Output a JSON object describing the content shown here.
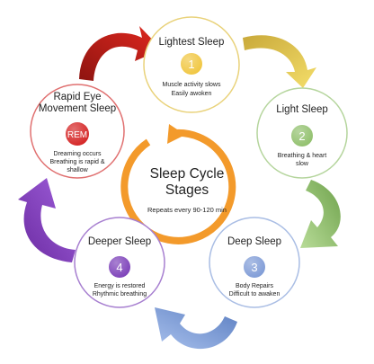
{
  "center": {
    "title_line1": "Sleep Cycle",
    "title_line2": "Stages",
    "subtitle": "Repeats every 90-120 min"
  },
  "stages": [
    {
      "id": "lightest",
      "title": "Lightest Sleep",
      "badge": "1",
      "desc1": "Muscle activity slows",
      "desc2": "Easily awoken",
      "color": "#f0c53c",
      "ring": "#e9d27a"
    },
    {
      "id": "light",
      "title": "Light Sleep",
      "badge": "2",
      "desc1": "Breathing & heart",
      "desc2": "slow",
      "color": "#8fbf6a",
      "ring": "#b5d59d"
    },
    {
      "id": "deep",
      "title": "Deep Sleep",
      "badge": "3",
      "desc1": "Body Repairs",
      "desc2": "Difficult to awaken",
      "color": "#7d9ad6",
      "ring": "#a9bde4"
    },
    {
      "id": "deeper",
      "title": "Deeper Sleep",
      "badge": "4",
      "desc1": "Energy is restored",
      "desc2": "Rhythmic breathing",
      "color": "#7a3db8",
      "ring": "#a77fd0"
    },
    {
      "id": "rem",
      "title_line1": "Rapid Eye",
      "title_line2": "Movement Sleep",
      "badge": "REM",
      "desc1": "Dreaming occurs",
      "desc2": "Breathing is rapid &",
      "desc3": "shallow",
      "color": "#d42020",
      "ring": "#e07070"
    }
  ],
  "colors": {
    "center_ring": "#f39a2b",
    "arrow_red": "#c4201c",
    "arrow_yellow": "#e0c050",
    "arrow_green": "#8cbf68",
    "arrow_blue": "#7f9fd8",
    "arrow_purple": "#8a3cc4"
  }
}
